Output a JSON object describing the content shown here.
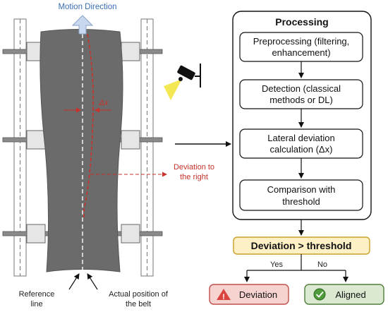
{
  "diagram": {
    "motion_direction": "Motion Direction",
    "delta_x": "Δx",
    "deviation_right": [
      "Deviation to",
      "the right"
    ],
    "reference_line": [
      "Reference",
      "line"
    ],
    "actual_position": [
      "Actual position of",
      "the belt"
    ],
    "processing_title": "Processing",
    "steps": [
      [
        "Preprocessing (filtering,",
        "enhancement)"
      ],
      [
        "Detection (classical",
        "methods or DL)"
      ],
      [
        "Lateral deviation",
        "calculation (Δx)"
      ],
      [
        "Comparison with",
        "threshold"
      ]
    ],
    "decision": "Deviation > threshold",
    "yes_label": "Yes",
    "no_label": "No",
    "deviation_result": "Deviation",
    "aligned_result": "Aligned",
    "colors": {
      "belt": "#6b6b6b",
      "decision_fill": "#fdf0c4",
      "decision_stroke": "#c9a227",
      "deviation_fill": "#f6d3cf",
      "deviation_stroke": "#c0504d",
      "aligned_fill": "#dbe9d0",
      "aligned_stroke": "#4f7f3a",
      "red": "#c8322a",
      "blue": "#3a6fb0"
    }
  }
}
